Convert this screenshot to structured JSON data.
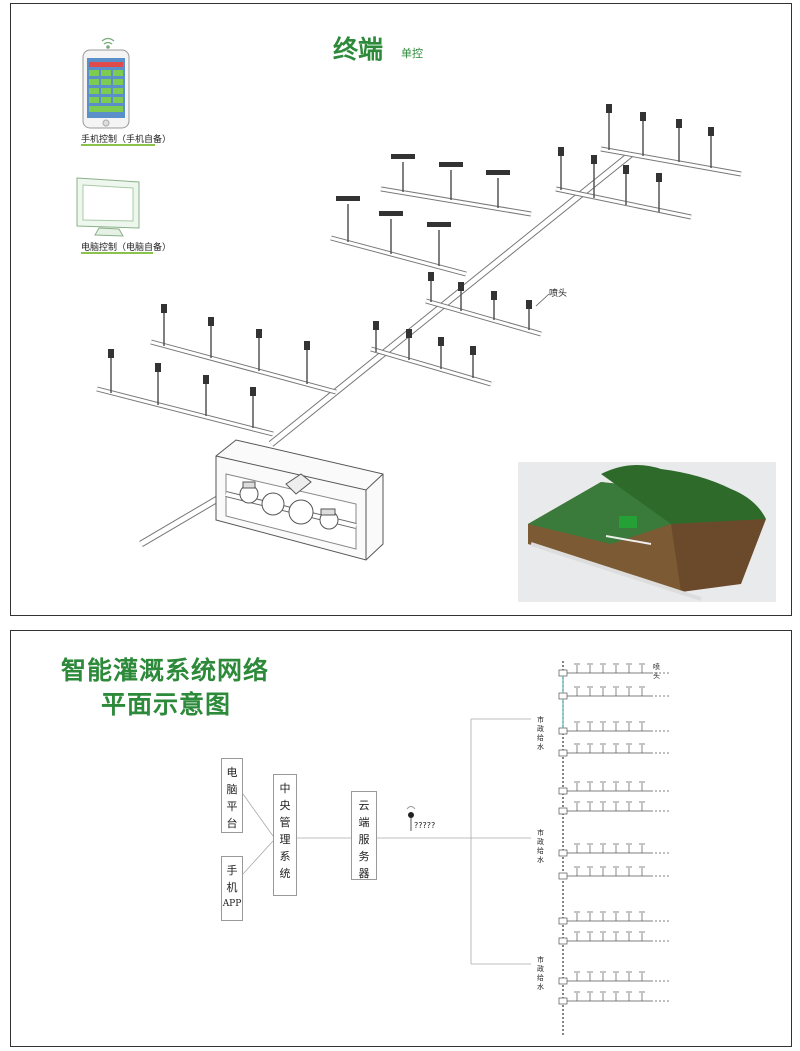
{
  "top": {
    "title": "终端",
    "subtitle": "单控",
    "phone_caption": "手机控制（手机自备）",
    "pc_caption": "电脑控制（电脑自备）",
    "nozzle_label": "喷头",
    "icons": [
      "smartphone-icon",
      "monitor-icon",
      "wifi-icon"
    ]
  },
  "bottom": {
    "title_line1": "智能灌溉系统网络",
    "title_line2": "平面示意图",
    "computer_platform": [
      "电",
      "脑",
      "平",
      "台"
    ],
    "mobile_app": [
      "手",
      "机",
      "APP"
    ],
    "central_system": [
      "中",
      "央",
      "管",
      "理",
      "系",
      "统"
    ],
    "cloud_server": [
      "云",
      "端",
      "服",
      "务",
      "器"
    ],
    "wireless_label": "?????",
    "municipal_water": [
      "市",
      "政",
      "给",
      "水"
    ],
    "nozzle_label": [
      "喷",
      "头"
    ]
  },
  "colors": {
    "title_green": "#2d8a3a",
    "underline_green": "#8bc34a"
  }
}
